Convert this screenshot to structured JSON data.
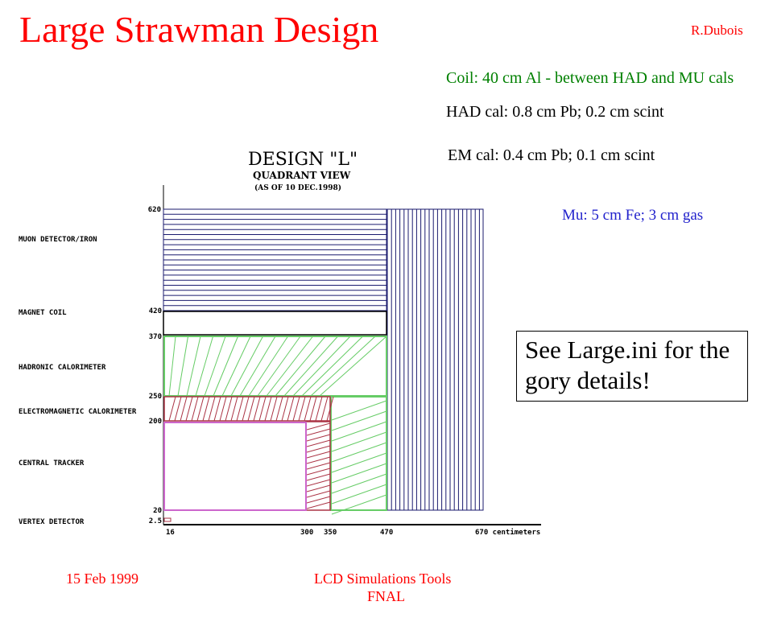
{
  "title": "Large Strawman Design",
  "author": "R.Dubois",
  "specs": {
    "coil": "Coil: 40 cm Al - between HAD and MU cals",
    "had": "HAD cal: 0.8 cm Pb; 0.2 cm scint",
    "em": "EM cal: 0.4 cm Pb; 0.1 cm scint",
    "mu": "Mu: 5 cm Fe; 3 cm gas"
  },
  "note": "See Large.ini for the gory details!",
  "footer": {
    "date": "15 Feb 1999",
    "org1": "LCD Simulations Tools",
    "org2": "FNAL"
  },
  "diagram": {
    "title": "DESIGN  \"L\"",
    "subtitle": "QUADRANT  VIEW",
    "asof": "(AS OF 10 DEC.1998)",
    "labels": [
      "MUON DETECTOR/IRON",
      "MAGNET COIL",
      "HADRONIC CALORIMETER",
      "ELECTROMAGNETIC CALORIMETER",
      "CENTRAL TRACKER",
      "VERTEX DETECTOR"
    ],
    "y_ticks": [
      "620",
      "420",
      "370",
      "250",
      "200",
      "20",
      "2.5"
    ],
    "x_ticks": [
      "16",
      "300",
      "350",
      "470",
      "670 centimeters"
    ],
    "colors": {
      "muon": "#1a1a6e",
      "had": "#66cc66",
      "em": "#aa3344",
      "tracker": "#cc66cc"
    }
  }
}
